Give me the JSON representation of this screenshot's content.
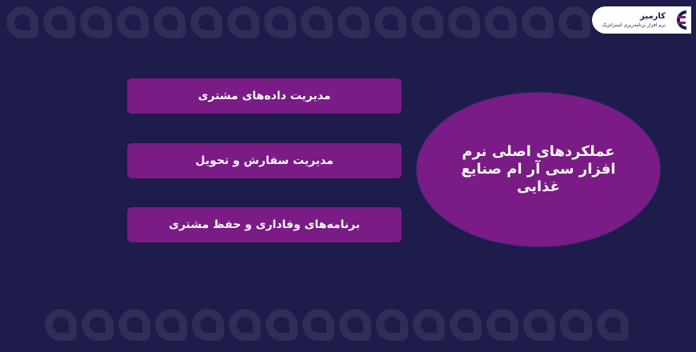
{
  "brand": {
    "name": "کارمیز",
    "tagline": "نرم افزار برنامه‌ریزی استراتژیک",
    "colors": {
      "background": "#1d1c4a",
      "accent": "#7a1b86",
      "logo_bg": "#ffffff"
    }
  },
  "diagram": {
    "center": "عملکردهای اصلی نرم افزار سی آر ام صنایع غذایی",
    "items": [
      {
        "label": "مدیریت داده‌های مشتری"
      },
      {
        "label": "مدیریت سفارش و تحویل"
      },
      {
        "label": "برنامه‌های وفاداری و حفظ مشتری"
      }
    ]
  }
}
